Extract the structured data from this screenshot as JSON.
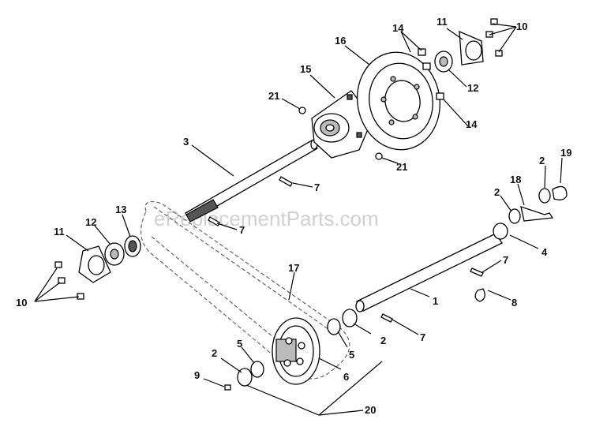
{
  "watermark": "eReplacementParts.com",
  "callouts": [
    {
      "id": "c3",
      "text": "3"
    },
    {
      "id": "c7a",
      "text": "7"
    },
    {
      "id": "c7b",
      "text": "7"
    },
    {
      "id": "c7c",
      "text": "7"
    },
    {
      "id": "c7d",
      "text": "7"
    },
    {
      "id": "c11a",
      "text": "11"
    },
    {
      "id": "c11b",
      "text": "11"
    },
    {
      "id": "c10a",
      "text": "10"
    },
    {
      "id": "c10b",
      "text": "10"
    },
    {
      "id": "c12a",
      "text": "12"
    },
    {
      "id": "c12b",
      "text": "12"
    },
    {
      "id": "c13",
      "text": "13"
    },
    {
      "id": "c14a",
      "text": "14"
    },
    {
      "id": "c14b",
      "text": "14"
    },
    {
      "id": "c15",
      "text": "15"
    },
    {
      "id": "c16",
      "text": "16"
    },
    {
      "id": "c21a",
      "text": "21"
    },
    {
      "id": "c21b",
      "text": "21"
    },
    {
      "id": "c17",
      "text": "17"
    },
    {
      "id": "c1",
      "text": "1"
    },
    {
      "id": "c2a",
      "text": "2"
    },
    {
      "id": "c2b",
      "text": "2"
    },
    {
      "id": "c2c",
      "text": "2"
    },
    {
      "id": "c2d",
      "text": "2"
    },
    {
      "id": "c4",
      "text": "4"
    },
    {
      "id": "c5a",
      "text": "5"
    },
    {
      "id": "c5b",
      "text": "5"
    },
    {
      "id": "c6",
      "text": "6"
    },
    {
      "id": "c8",
      "text": "8"
    },
    {
      "id": "c9",
      "text": "9"
    },
    {
      "id": "c18",
      "text": "18"
    },
    {
      "id": "c19",
      "text": "19"
    },
    {
      "id": "c20",
      "text": "20"
    }
  ]
}
